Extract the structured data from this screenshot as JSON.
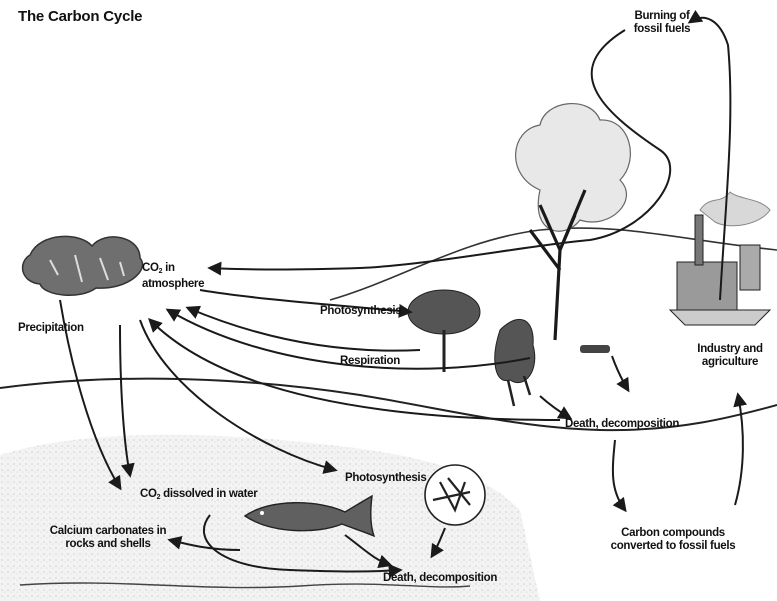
{
  "title": "The Carbon Cycle",
  "labels": {
    "burning": [
      "Burning of",
      "fossil fuels"
    ],
    "co2_atmosphere_prefix": "CO",
    "co2_atmosphere_sub": "2",
    "co2_atmosphere_suffix": " in",
    "co2_atmosphere_line2": "atmosphere",
    "precipitation": "Precipitation",
    "photosynthesis_land": "Photosynthesis",
    "respiration": "Respiration",
    "industry": [
      "Industry and",
      "agriculture"
    ],
    "death_decomposition_land": "Death, decomposition",
    "photosynthesis_water": "Photosynthesis",
    "co2_water_prefix": "CO",
    "co2_water_sub": "2",
    "co2_water_suffix": " dissolved in water",
    "calcium": [
      "Calcium carbonates in",
      "rocks and shells"
    ],
    "carbon_compounds": [
      "Carbon compounds",
      "converted to fossil fuels"
    ],
    "death_decomposition_water": "Death, decomposition"
  },
  "icons": [
    "cloud-icon",
    "tree-icon",
    "factory-icon",
    "fish-icon",
    "plankton-icon",
    "animal-icon"
  ]
}
